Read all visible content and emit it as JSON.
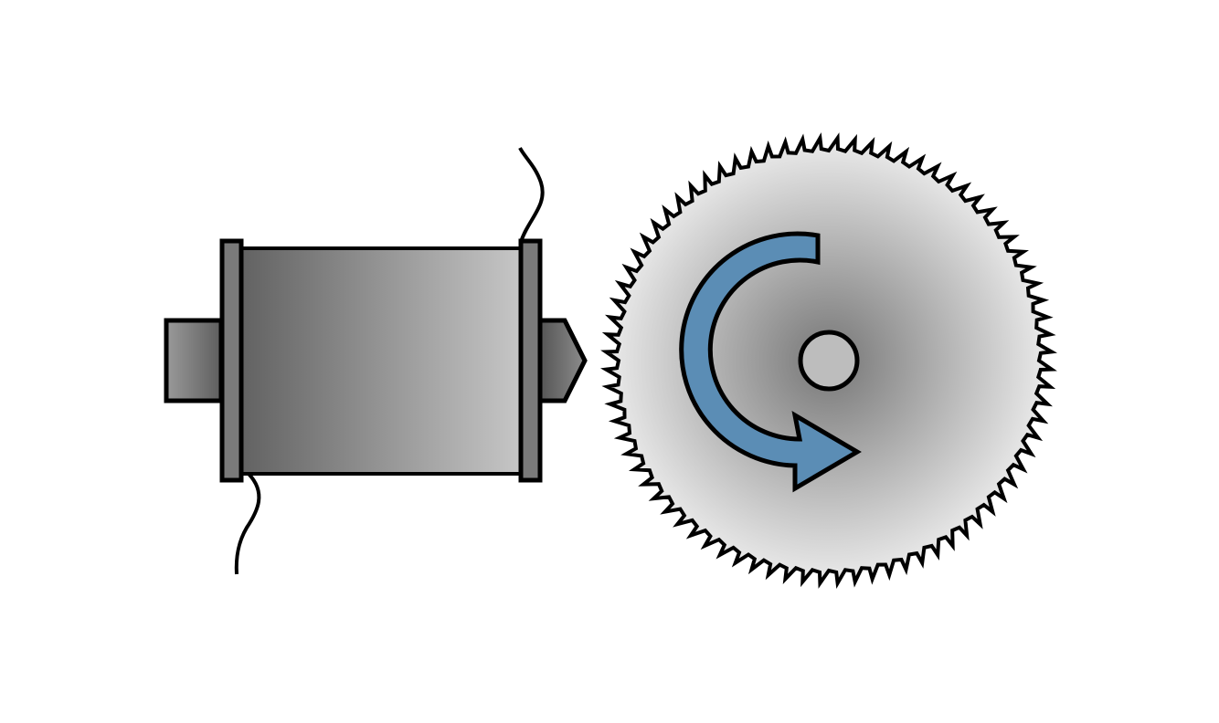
{
  "diagram": {
    "components": [
      "motor",
      "saw-blade",
      "rotation-arrow"
    ],
    "colors": {
      "background": "#ffffff",
      "outline": "#000000",
      "arrow": "#5b8db5",
      "flange": "#7a7a7a",
      "hub": "#bdbdbd",
      "blade_center": "#767676",
      "blade_edge": "#ececec"
    },
    "saw_teeth_count": 80
  }
}
